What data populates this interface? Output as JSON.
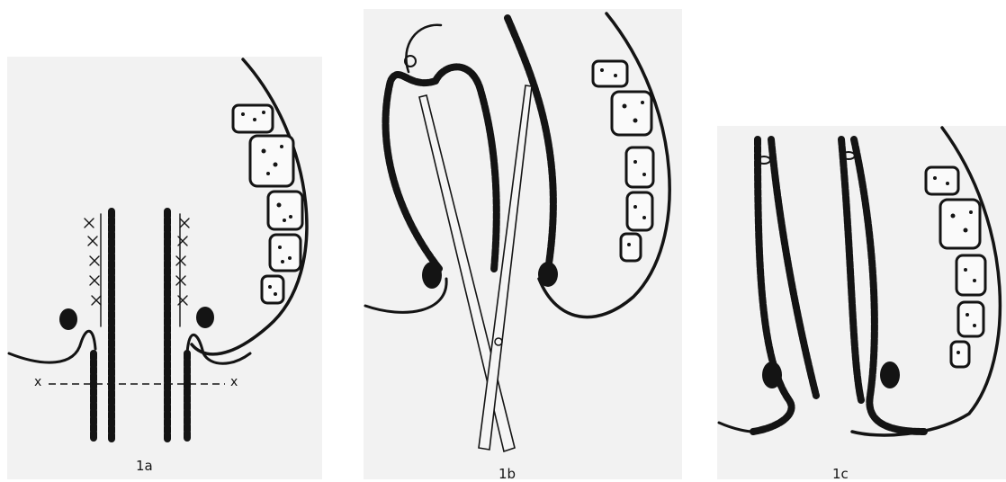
{
  "figure": {
    "panels": [
      {
        "id": "a",
        "label": "1a",
        "cut_markers": [
          "x",
          "x"
        ]
      },
      {
        "id": "b",
        "label": "1b"
      },
      {
        "id": "c",
        "label": "1c"
      }
    ]
  }
}
